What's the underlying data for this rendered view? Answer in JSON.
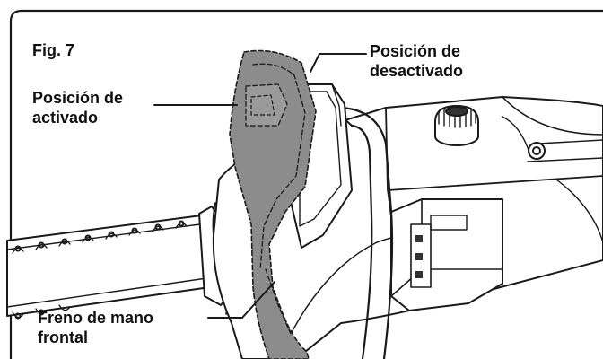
{
  "figure_label": "Fig. 7",
  "labels": {
    "activated": [
      "Posición de",
      "activado"
    ],
    "deactivated": [
      "Posición de",
      "desactivado"
    ],
    "front_hand_brake": [
      "Freno de mano",
      "frontal"
    ]
  },
  "colors": {
    "line": "#1a1a1a",
    "guard_fill": "#8c8c8c",
    "background": "#ffffff"
  }
}
